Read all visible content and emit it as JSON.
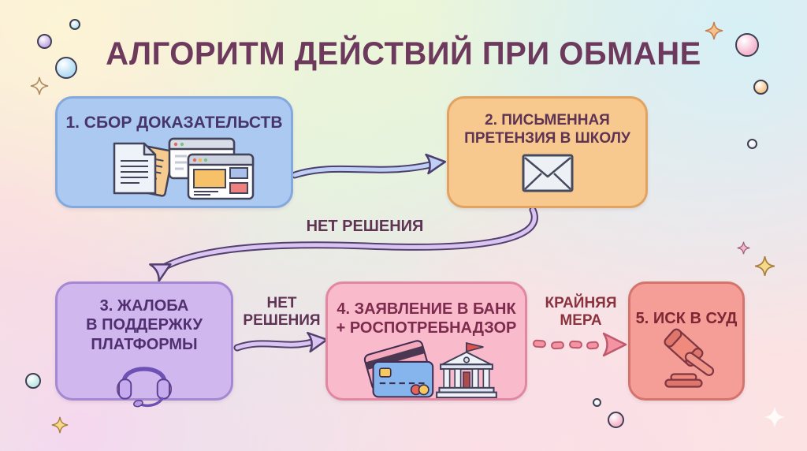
{
  "title": {
    "text": "АЛГОРИТМ ДЕЙСТВИЙ ПРИ ОБМАНЕ",
    "color": "#6d3a5d"
  },
  "steps": [
    {
      "number": "1",
      "lines": [
        "1. СБОР ДОКАЗАТЕЛЬСТВ"
      ],
      "icon": "documents-and-browser-windows-icon",
      "fill": "#abc9f1",
      "border": "#84a9dc",
      "text_color": "#47356a"
    },
    {
      "number": "2",
      "lines": [
        "2. ПИСЬМЕННАЯ",
        "ПРЕТЕНЗИЯ В ШКОЛУ"
      ],
      "icon": "envelope-icon",
      "fill": "#f8c98e",
      "border": "#e2a360",
      "text_color": "#5e3353"
    },
    {
      "number": "3",
      "lines": [
        "3. ЖАЛОБА",
        "В ПОДДЕРЖКУ",
        "ПЛАТФОРМЫ"
      ],
      "icon": "headset-icon",
      "fill": "#d0b8ee",
      "border": "#a687d3",
      "text_color": "#502f70"
    },
    {
      "number": "4",
      "lines": [
        "4. ЗАЯВЛЕНИЕ В БАНК",
        "+ РОСПОТРЕБНАДЗОР"
      ],
      "icon": "credit-cards-and-bank-icon",
      "fill": "#f9bacc",
      "border": "#e287a2",
      "text_color": "#7c2b4d"
    },
    {
      "number": "5",
      "lines": [
        "5. ИСК В СУД"
      ],
      "icon": "gavel-icon",
      "fill": "#f59e97",
      "border": "#d4746c",
      "text_color": "#7c2733"
    }
  ],
  "connectors": [
    {
      "from": "1",
      "to": "2",
      "style": "solid",
      "color": "#bed0f4",
      "label_lines": []
    },
    {
      "from": "2",
      "to": "3",
      "style": "solid",
      "color": "#d9c4f2",
      "label_lines": [
        "НЕТ РЕШЕНИЯ"
      ],
      "label_color": "#5e3353"
    },
    {
      "from": "3",
      "to": "4",
      "style": "solid",
      "color": "#d9c4f2",
      "label_lines": [
        "НЕТ",
        "РЕШЕНИЯ"
      ],
      "label_color": "#5e3353"
    },
    {
      "from": "4",
      "to": "5",
      "style": "dashed",
      "color": "#f493a4",
      "label_lines": [
        "КРАЙНЯЯ",
        "МЕРА"
      ],
      "label_color": "#8a323e"
    }
  ],
  "decorations": [
    {
      "name": "bubble-teal-top-left",
      "type": "bubble",
      "color": "#bfe8ea"
    },
    {
      "name": "bubble-purple-top-left",
      "type": "bubble",
      "color": "#c9aee8"
    },
    {
      "name": "bubble-blue-top-left",
      "type": "bubble",
      "color": "#b5ddf5"
    },
    {
      "name": "sparkle-tan-top-left",
      "type": "sparkle",
      "color": "#fbf0d8"
    },
    {
      "name": "sparkle-orange-top-right",
      "type": "sparkle",
      "color": "#f6c390"
    },
    {
      "name": "bubble-pink-top-right",
      "type": "bubble",
      "color": "#f6b8d0"
    },
    {
      "name": "bubble-orange-top-right",
      "type": "bubble",
      "color": "#f8c88e"
    },
    {
      "name": "bubble-white-right",
      "type": "bubble",
      "color": "#eceef2"
    },
    {
      "name": "sparkle-pink-right",
      "type": "sparkle",
      "color": "#f2b8cc"
    },
    {
      "name": "sparkle-yellow-right",
      "type": "sparkle",
      "color": "#f7d98a"
    },
    {
      "name": "bubble-teal-bottom-left",
      "type": "bubble",
      "color": "#c2e8e4"
    },
    {
      "name": "sparkle-yellow-bottom-left",
      "type": "sparkle",
      "color": "#f7d98a"
    },
    {
      "name": "bubble-white-bottom-center",
      "type": "bubble",
      "color": "#eef0f4"
    },
    {
      "name": "bubble-pink-bottom-center",
      "type": "bubble",
      "color": "#f6b8cc"
    },
    {
      "name": "sparkle-white-bottom-right",
      "type": "sparkle",
      "color": "#ffffff"
    }
  ]
}
